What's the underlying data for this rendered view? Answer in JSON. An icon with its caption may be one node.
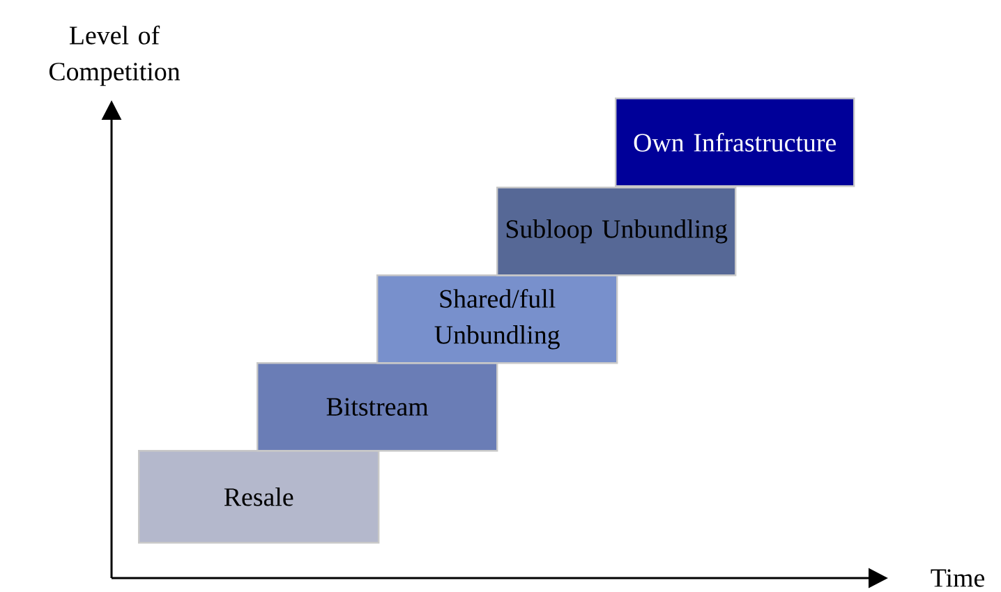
{
  "diagram": {
    "nodes": [
      {
        "text": [
          "Resale"
        ]
      },
      {
        "text": [
          "Bitstream"
        ]
      },
      {
        "text": [
          "Shared/full Unbundling"
        ]
      },
      {
        "text": [
          "Subloop Unbundling"
        ]
      },
      {
        "text": [
          "Own Infrastructure"
        ]
      }
    ],
    "labels": [
      "Level of Competition",
      "Time"
    ]
  }
}
